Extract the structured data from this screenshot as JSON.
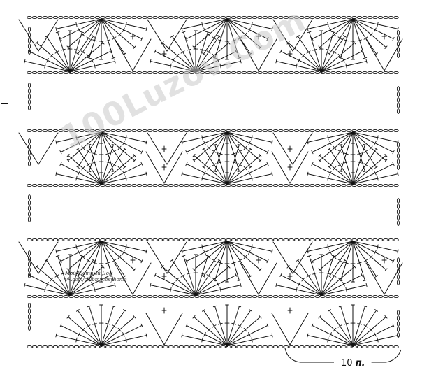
{
  "watermark": "100Luzov.Com",
  "credit": {
    "line1": "Мой Уютный Дом",
    "line2": "vk.com/clubmycosyhome"
  },
  "repeat_label": {
    "number": "10",
    "unit": "п."
  },
  "colors": {
    "ink": "#111111",
    "paper": "#ffffff",
    "watermark": "#c9c9c9"
  }
}
